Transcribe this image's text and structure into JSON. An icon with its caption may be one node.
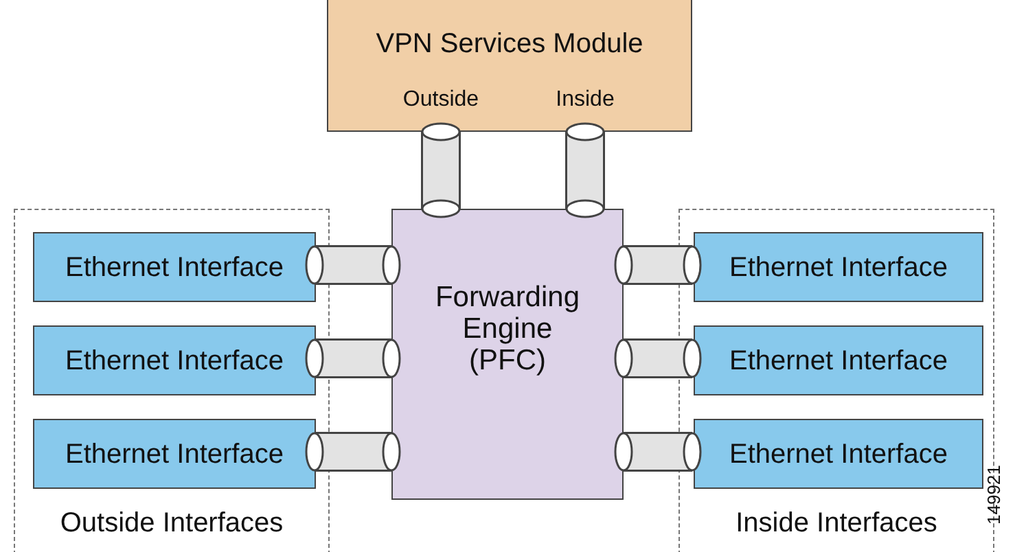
{
  "diagram": {
    "nodes": [
      {
        "text": [
          "VPN Services Module"
        ]
      },
      {
        "text": [
          "Outside Interfaces"
        ]
      },
      {
        "text": [
          "Ethernet Interface"
        ],
        "in": 1
      },
      {
        "text": [
          "Ethernet Interface"
        ],
        "in": 1
      },
      {
        "text": [
          "Ethernet Interface"
        ],
        "in": 1
      },
      {
        "text": [
          "Forwarding Engine (PFC)"
        ]
      },
      {
        "text": [
          "Inside Interfaces"
        ]
      },
      {
        "text": [
          "Ethernet Interface"
        ],
        "in": 6
      },
      {
        "text": [
          "Ethernet Interface"
        ],
        "in": 6
      },
      {
        "text": [
          "Ethernet Interface"
        ],
        "in": 6
      }
    ],
    "edges": [
      {
        "from": 0,
        "to": 5,
        "arrow": "other",
        "label": "Outside"
      },
      {
        "from": 0,
        "to": 5,
        "arrow": "other",
        "label": "Inside"
      },
      {
        "from": 2,
        "to": 5,
        "arrow": "other"
      },
      {
        "from": 3,
        "to": 5,
        "arrow": "other"
      },
      {
        "from": 4,
        "to": 5,
        "arrow": "other"
      },
      {
        "from": 5,
        "to": 7,
        "arrow": "other"
      },
      {
        "from": 5,
        "to": 8,
        "arrow": "other"
      },
      {
        "from": 5,
        "to": 9,
        "arrow": "other"
      }
    ],
    "labels": [
      "149921"
    ]
  }
}
